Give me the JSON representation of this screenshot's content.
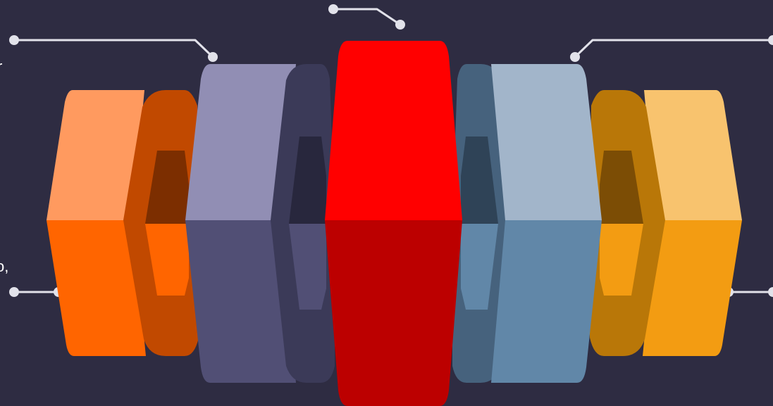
{
  "colors": {
    "background": "#2e2c42",
    "connector": "#e2e2ea",
    "orange": {
      "top": "#ff9a5f",
      "bottom": "#ff6500",
      "ring": "#c14900",
      "hole_top": "#7c2e00",
      "hole_bottom": "#ff6500"
    },
    "purple": {
      "top": "#918eb4",
      "bottom": "#514f75",
      "ring": "#3b3a58",
      "hole_top": "#28273d",
      "hole_bottom": "#514f75"
    },
    "red": {
      "top": "#ff0000",
      "bottom": "#bc0000"
    },
    "steel": {
      "top": "#a2b5ca",
      "bottom": "#6187a8",
      "ring": "#46627d",
      "hole_top": "#2f4357",
      "hole_bottom": "#6187a8"
    },
    "amber": {
      "top": "#f8c36e",
      "bottom": "#f39c12",
      "ring": "#b97708",
      "hole_top": "#7c4d05",
      "hole_bottom": "#f39c12"
    }
  },
  "segments": [
    "orange",
    "purple",
    "red",
    "steel",
    "amber"
  ],
  "text_fragments": {
    "top_left": "r",
    "bottom_left": "o,"
  }
}
